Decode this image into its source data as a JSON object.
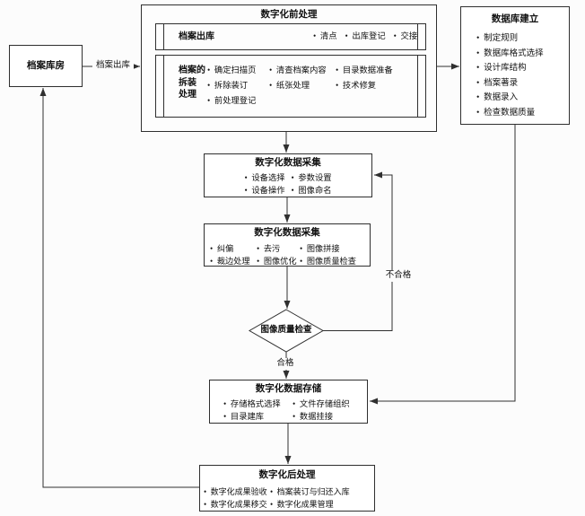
{
  "diagram": {
    "nodes": {
      "storehouse": {
        "title": "档案库房"
      },
      "preprocess": {
        "title": "数字化前处理",
        "checkout": {
          "label": "档案出库",
          "items": [
            "清点",
            "出库登记",
            "交接"
          ]
        },
        "disassembly": {
          "label_line1": "档案的",
          "label_line2": "拆装",
          "label_line3": "处理",
          "r1c1": "确定扫描页",
          "r1c2": "清查档案内容",
          "r1c3": "目录数据准备",
          "r2c1": "拆除装订",
          "r2c2": "纸张处理",
          "r2c3": "技术修复",
          "r3c1": "前处理登记"
        }
      },
      "database": {
        "title": "数据库建立",
        "items": [
          "制定规则",
          "数据库格式选择",
          "设计库结构",
          "档案著录",
          "数据录入",
          "检查数据质量"
        ]
      },
      "capture1": {
        "title": "数字化数据采集",
        "r1c1": "设备选择",
        "r1c2": "参数设置",
        "r2c1": "设备操作",
        "r2c2": "图像命名"
      },
      "capture2": {
        "title": "数字化数据采集",
        "r1c1": "纠偏",
        "r1c2": "去污",
        "r1c3": "图像拼接",
        "r2c1": "裁边处理",
        "r2c2": "图像优化",
        "r2c3": "图像质量检查"
      },
      "check": {
        "title": "图像质量检查"
      },
      "storage": {
        "title": "数字化数据存储",
        "r1c1": "存储格式选择",
        "r1c2": "文件存储组织",
        "r2c1": "目录建库",
        "r2c2": "数据挂接"
      },
      "postprocess": {
        "title": "数字化后处理",
        "r1c1": "数字化成果验收",
        "r1c2": "档案装订与归还入库",
        "r2c1": "数字化成果移交",
        "r2c2": "数字化成果管理"
      }
    },
    "edge_labels": {
      "checkout": "档案出库",
      "pass": "合格",
      "fail": "不合格"
    },
    "colors": {
      "line": "#2f2f2f",
      "background": "#fcfcfc",
      "node_fill": "#ffffff",
      "text": "#111111"
    }
  }
}
